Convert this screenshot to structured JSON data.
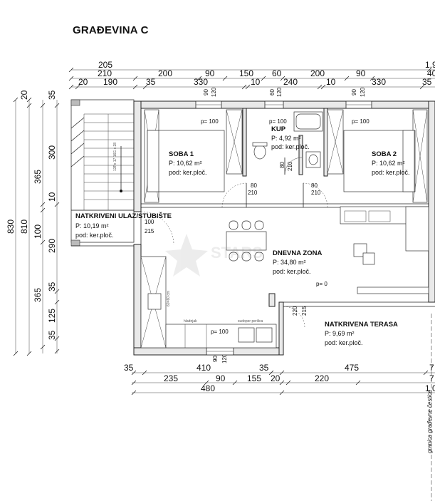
{
  "title": "GRAĐEVINA C",
  "dims_top": {
    "row1": [
      "205",
      "1.9"
    ],
    "row2": [
      "210",
      "200",
      "90",
      "150",
      "60",
      "200",
      "90",
      "40"
    ],
    "row3": [
      "20",
      "190",
      "35",
      "330",
      "10",
      "240",
      "10",
      "330",
      "35"
    ],
    "openings": [
      "90",
      "120",
      "60",
      "120",
      "90",
      "120"
    ]
  },
  "dims_left": {
    "outer": [
      "830"
    ],
    "middle": [
      "20",
      "810"
    ],
    "inner": [
      "35",
      "365",
      "10",
      "100",
      "290",
      "365"
    ],
    "inner2": [
      "300",
      "35",
      "125",
      "35"
    ]
  },
  "dims_bottom": {
    "row1": [
      "35",
      "410",
      "35",
      "475",
      "7"
    ],
    "row2": [
      "235",
      "90",
      "155",
      "20",
      "220",
      "7"
    ],
    "row3": [
      "480",
      "1.0"
    ],
    "openings": [
      "90",
      "120"
    ]
  },
  "rooms": [
    {
      "name": "SOBA 1",
      "area_label": "P: 10,62 m²",
      "floor": "pod: ker.ploč.",
      "p_label": "p= 100"
    },
    {
      "name": "SOBA 2",
      "area_label": "P: 10,62 m²",
      "floor": "pod: ker.ploč.",
      "p_label": "p= 100"
    },
    {
      "name": "KUP",
      "area_label": "P: 4,92 m²",
      "floor": "pod: ker.ploč.",
      "p_label": "p= 100"
    },
    {
      "name": "NATKRIVENI ULAZ/STUBIŠTE",
      "area_label": "P: 10,19 m²",
      "floor": "pod: ker.ploč.",
      "p_label": ""
    },
    {
      "name": "DNEVNA ZONA",
      "area_label": "P: 34,80 m²",
      "floor": "pod: ker.ploč.",
      "p_label": "p= 0"
    },
    {
      "name": "NATKRIVENA TERASA",
      "area_label": "P: 9,69 m²",
      "floor": "pod: ker.ploč.",
      "p_label": ""
    }
  ],
  "misc": {
    "kitchen_p": "p= 100",
    "door_80_a": "80",
    "door_210_a": "210",
    "door_80_b": "80",
    "door_210_b": "210",
    "kup_door_80": "80",
    "kup_door_210": "210",
    "entry_100": "100",
    "entry_215": "215",
    "terrace_220": "220",
    "terrace_215": "215",
    "stair_note": "13Px 17\n16G x 28",
    "label_hladnjak": "hladnjak",
    "label_sudoper": "sudoper perilica",
    "label_dim_small": "60×60 cm",
    "plot_boundary": "granica građevne čestice",
    "watermark": "STARS"
  }
}
